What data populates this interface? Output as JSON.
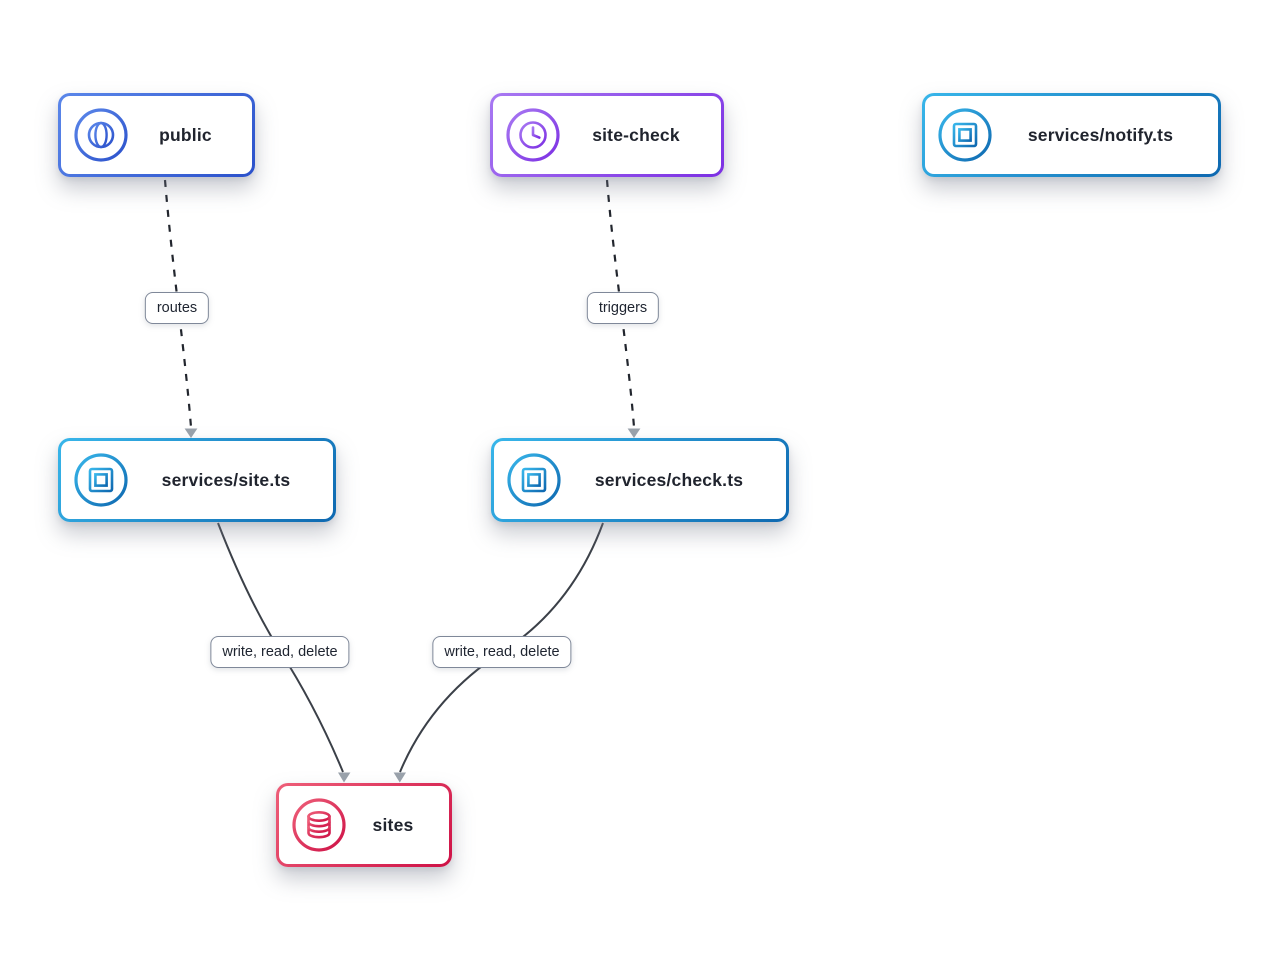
{
  "nodes": {
    "public": {
      "label": "public",
      "icon": "globe-icon",
      "color_from": "#5b87ea",
      "color_to": "#2b51cb"
    },
    "site_check": {
      "label": "site-check",
      "icon": "clock-icon",
      "color_from": "#a879f2",
      "color_to": "#7c2fe3"
    },
    "notify": {
      "label": "services/notify.ts",
      "icon": "chip-icon",
      "color_from": "#38b6ea",
      "color_to": "#0e68b0"
    },
    "site": {
      "label": "services/site.ts",
      "icon": "chip-icon",
      "color_from": "#38b6ea",
      "color_to": "#0e68b0"
    },
    "check": {
      "label": "services/check.ts",
      "icon": "chip-icon",
      "color_from": "#38b6ea",
      "color_to": "#0e68b0"
    },
    "sites": {
      "label": "sites",
      "icon": "database-icon",
      "color_from": "#ee5f79",
      "color_to": "#ce1146"
    }
  },
  "edges": [
    {
      "from": "public",
      "to": "services/site.ts",
      "label": "routes",
      "line_style": "dashed"
    },
    {
      "from": "site-check",
      "to": "services/check.ts",
      "label": "triggers",
      "line_style": "dashed"
    },
    {
      "from": "services/site.ts",
      "to": "sites",
      "label": "write, read, delete",
      "line_style": "solid"
    },
    {
      "from": "services/check.ts",
      "to": "sites",
      "label": "write, read, delete",
      "line_style": "solid"
    }
  ],
  "palette": {
    "background": "#ffffff",
    "node_text": "#20242e",
    "edge_solid_line": "#3b4048",
    "edge_dashed_line": "#22262e",
    "arrowhead": "#9aa2ab",
    "edge_label_border": "#7f8899",
    "edge_label_text": "#1e2430"
  }
}
